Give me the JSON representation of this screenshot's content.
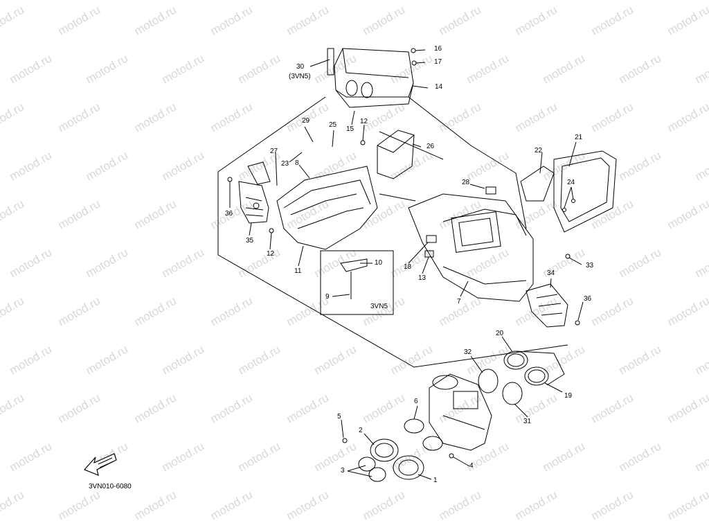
{
  "watermark": "motod.ru",
  "diagram_code": "3VN010-6080",
  "variant_label": "3VN5",
  "variant_label_paren": "(3VN5)",
  "parts": [
    "1",
    "2",
    "3",
    "4",
    "5",
    "6",
    "7",
    "8",
    "9",
    "10",
    "11",
    "12",
    "13",
    "14",
    "15",
    "16",
    "17",
    "18",
    "19",
    "20",
    "21",
    "22",
    "23",
    "24",
    "25",
    "26",
    "27",
    "28",
    "29",
    "30",
    "31",
    "32",
    "33",
    "34",
    "35",
    "36"
  ],
  "colors": {
    "line": "#000000",
    "watermark": "#d8d8d8",
    "background": "#ffffff"
  },
  "icons": {
    "front_arrow": "front-arrow-icon"
  }
}
